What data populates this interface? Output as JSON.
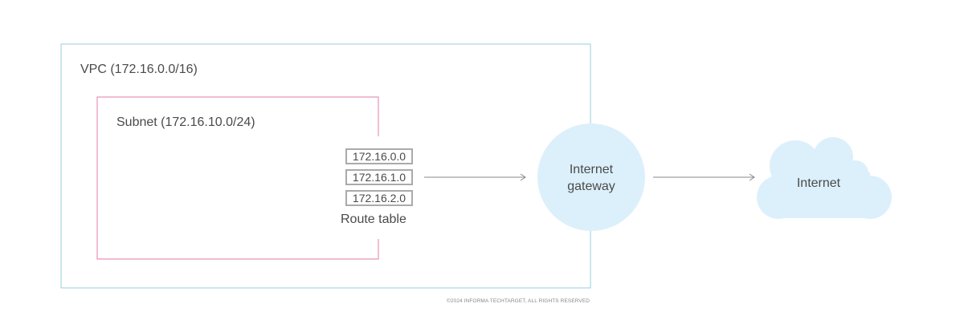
{
  "vpc": {
    "label": "VPC (172.16.0.0/16)",
    "color": "#a9d6e5"
  },
  "subnet": {
    "label": "Subnet (172.16.10.0/24)",
    "color": "#e894b9"
  },
  "route_table": {
    "label": "Route table",
    "entries": [
      "172.16.0.0",
      "172.16.1.0",
      "172.16.2.0"
    ]
  },
  "gateway": {
    "line1": "Internet",
    "line2": "gateway",
    "fill": "#dcf0fb"
  },
  "internet": {
    "label": "Internet",
    "fill": "#dcf0fb"
  },
  "footer": {
    "copyright": "©2024 INFORMA TECHTARGET, ALL RIGHTS RESERVED"
  }
}
